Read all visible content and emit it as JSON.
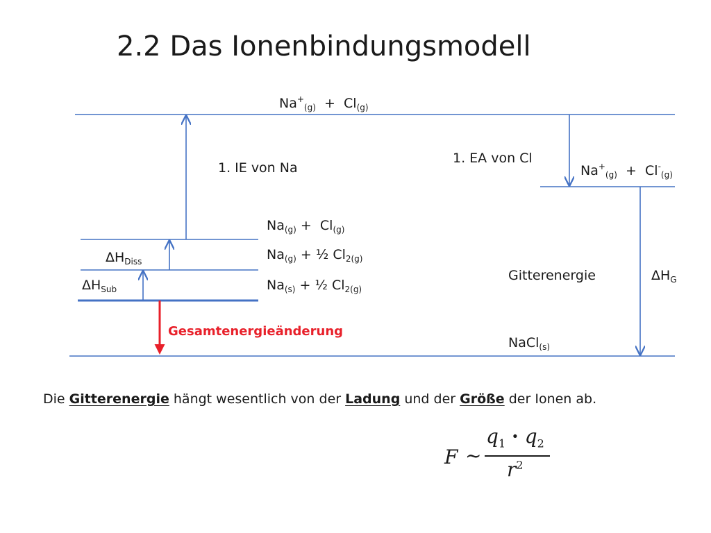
{
  "title": "2.2 Das Ionenbindungsmodell",
  "labels": {
    "top_level": {
      "a": "Na",
      "a_sup": "+",
      "a_sub": "(g)",
      "plus": "+",
      "b": "Cl",
      "b_sub": "(g)"
    },
    "ie": "1. IE von Na",
    "ea": "1. EA von Cl",
    "ea_level": {
      "a": "Na",
      "a_sup": "+",
      "a_sub": "(g)",
      "plus": "+",
      "b": "Cl",
      "b_sup": "-",
      "b_sub": "(g)"
    },
    "gas_atoms": {
      "a": "Na",
      "a_sub": "(g)",
      "plus": "+",
      "b": "Cl",
      "b_sub": "(g)"
    },
    "half_cl2_gas": {
      "a": "Na",
      "a_sub": "(g)",
      "plus": "+ ½",
      "b": "Cl",
      "b_sub": "2(g)"
    },
    "solid_na": {
      "a": "Na",
      "a_sub": "(s)",
      "plus": "+ ½",
      "b": "Cl",
      "b_sub": "2(g)"
    },
    "dh_diss": {
      "main": "ΔH",
      "sub": "Diss"
    },
    "dh_sub": {
      "main": "ΔH",
      "sub": "Sub"
    },
    "gesamt": "Gesamtenergieänderung",
    "gitter": "Gitterenergie",
    "dh_g": {
      "main": "ΔH",
      "sub": "G"
    },
    "nacl": {
      "main": "NaCl",
      "sub": "(s)"
    }
  },
  "sentence": {
    "p1": "Die ",
    "b1": "Gitterenergie",
    "p2": " hängt wesentlich von der ",
    "b2": "Ladung",
    "p3": " und der ",
    "b3": "Größe",
    "p4": " der Ionen ab."
  },
  "formula": {
    "F": "F",
    "tilde": "~",
    "q": "q",
    "sub1": "1",
    "dot": "·",
    "sub2": "2",
    "r": "r",
    "sup2": "2"
  },
  "colors": {
    "line": "#4472c4",
    "arrow_red": "#e8202a",
    "text": "#1a1a1a"
  }
}
